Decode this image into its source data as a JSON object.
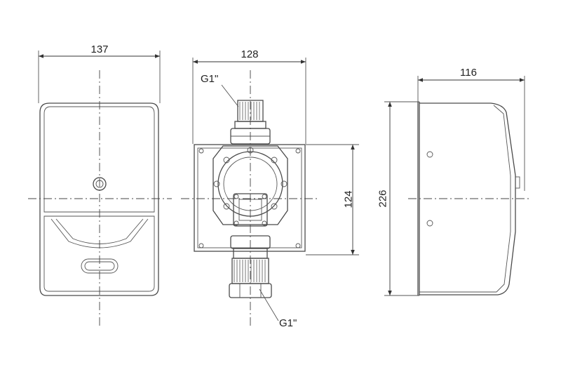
{
  "dimensions": {
    "front_width": "137",
    "rear_width": "128",
    "side_depth": "116",
    "rear_height": "124",
    "side_height": "226"
  },
  "callouts": {
    "thread_top": "G1\"",
    "thread_bottom": "G1\""
  }
}
